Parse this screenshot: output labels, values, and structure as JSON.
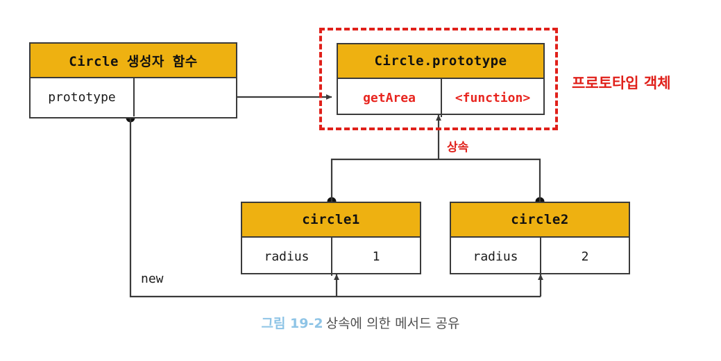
{
  "figure": {
    "caption_number": "그림 19-2",
    "caption_text": "상속에 의한 메서드 공유",
    "caption_number_color": "#8ec4e6",
    "caption_text_color": "#4f4f4f"
  },
  "colors": {
    "header_fill": "#eeb111",
    "box_border": "#3a3a3a",
    "accent_red": "#e0201a",
    "value_red": "#e8251f",
    "wire": "#3a3a3a"
  },
  "boxes": {
    "constructor": {
      "title": "Circle 생성자 함수",
      "rows": [
        {
          "key": "prototype",
          "value": ""
        }
      ]
    },
    "prototype": {
      "title": "Circle.prototype",
      "rows": [
        {
          "key": "getArea",
          "value": "<function>"
        }
      ]
    },
    "circle1": {
      "title": "circle1",
      "rows": [
        {
          "key": "radius",
          "value": "1"
        }
      ]
    },
    "circle2": {
      "title": "circle2",
      "rows": [
        {
          "key": "radius",
          "value": "2"
        }
      ]
    }
  },
  "annotations": {
    "prototype_object": "프로토타입 객체",
    "inheritance": "상속",
    "new_operator": "new"
  }
}
